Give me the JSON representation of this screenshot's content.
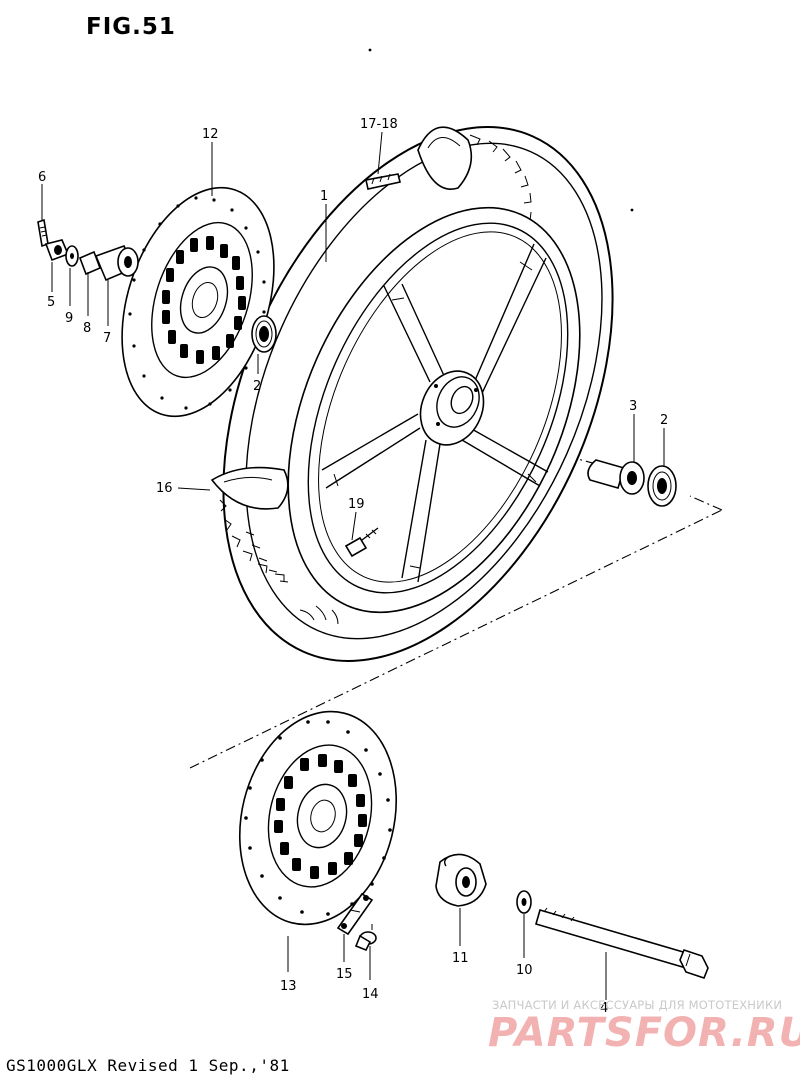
{
  "figure": {
    "title": "FIG.51"
  },
  "footer": {
    "text": "GS1000GLX Revised 1 Sep.,'81"
  },
  "watermark": {
    "tagline": "ЗАПЧАСТИ И АКСЕССУАРЫ ДЛЯ МОТОТЕХНИКИ",
    "logo": "PARTSFOR.RU"
  },
  "callouts": {
    "c1": "1",
    "c2a": "2",
    "c2b": "2",
    "c3": "3",
    "c4": "4",
    "c5": "5",
    "c6": "6",
    "c7": "7",
    "c8": "8",
    "c9": "9",
    "c10": "10",
    "c11": "11",
    "c12": "12",
    "c13": "13",
    "c14": "14",
    "c15": "15",
    "c16": "16",
    "c17_18": "17-18",
    "c19": "19"
  },
  "colors": {
    "line": "#000000",
    "background": "#ffffff",
    "watermark": "#f2b2b2"
  }
}
